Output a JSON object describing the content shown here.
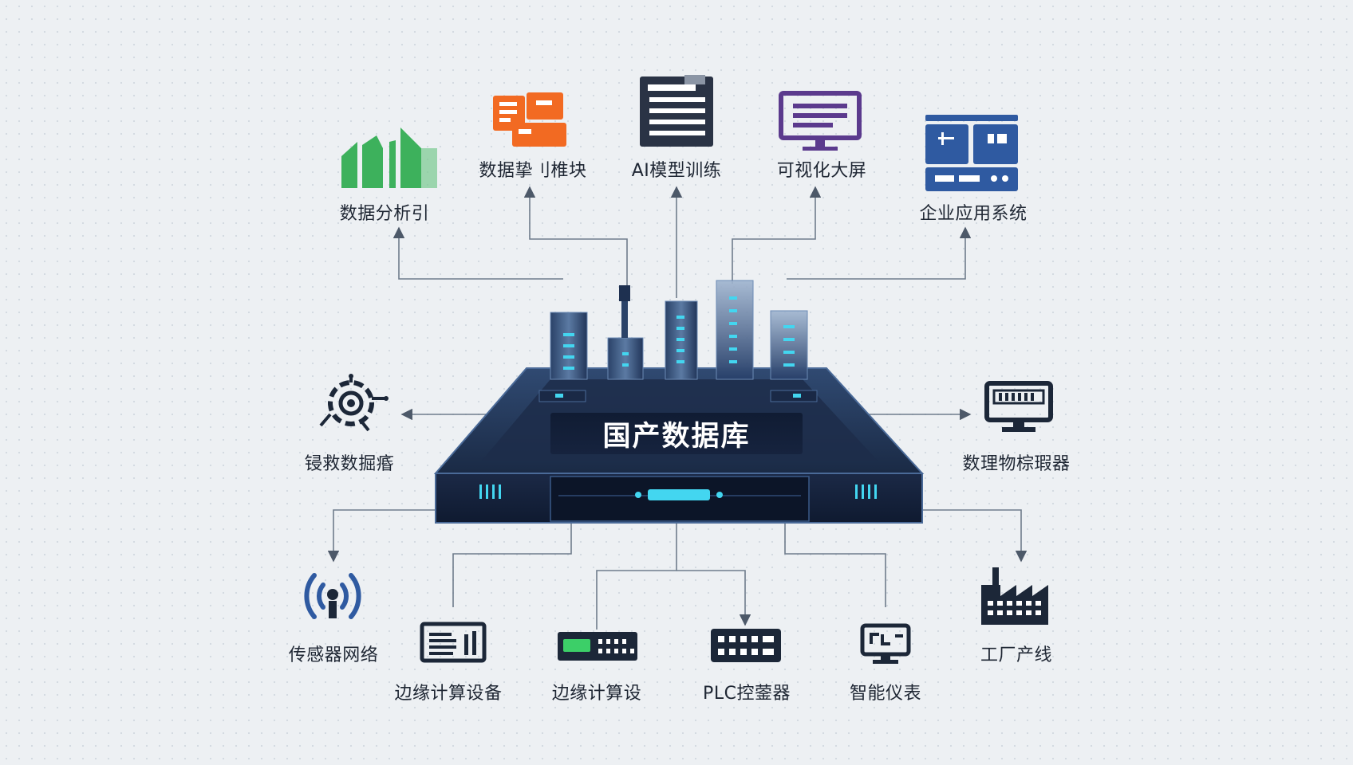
{
  "hub": {
    "title": "国产数据库"
  },
  "colors": {
    "line": "#6f7c8c",
    "green": "#3db15c",
    "orange": "#f26a22",
    "navy": "#2a3345",
    "purple": "#5b3a8d",
    "blue": "#2f5aa1",
    "dark": "#1c2738",
    "cyan": "#43d6f0",
    "led_green": "#3ccf68"
  },
  "upstream": [
    {
      "id": "analysis",
      "label": "数据分析引",
      "icon": "bar-chart-icon"
    },
    {
      "id": "report",
      "label": "数据挚刂椎块",
      "icon": "report-module-icon"
    },
    {
      "id": "ai",
      "label": "AI模型训练",
      "icon": "document-list-icon"
    },
    {
      "id": "screen",
      "label": "可视化大屏",
      "icon": "monitor-icon"
    },
    {
      "id": "enterprise",
      "label": "企业应用系统",
      "icon": "enterprise-app-icon"
    }
  ],
  "side": [
    {
      "id": "left",
      "label": "锓救数掘痻",
      "icon": "gear-network-icon"
    },
    {
      "id": "right",
      "label": "数理物棕瑕器",
      "icon": "terminal-monitor-icon"
    }
  ],
  "downstream": [
    {
      "id": "sensor",
      "label": "传感器网络",
      "icon": "wireless-sensor-icon"
    },
    {
      "id": "edge1",
      "label": "边缘计算设备",
      "icon": "edge-device-icon"
    },
    {
      "id": "edge2",
      "label": "边缘计算设",
      "icon": "edge-module-icon"
    },
    {
      "id": "plc",
      "label": "PLC控蓥器",
      "icon": "plc-controller-icon"
    },
    {
      "id": "meter",
      "label": "智能仪表",
      "icon": "smart-meter-icon"
    },
    {
      "id": "factory",
      "label": "工厂产线",
      "icon": "factory-icon"
    }
  ]
}
